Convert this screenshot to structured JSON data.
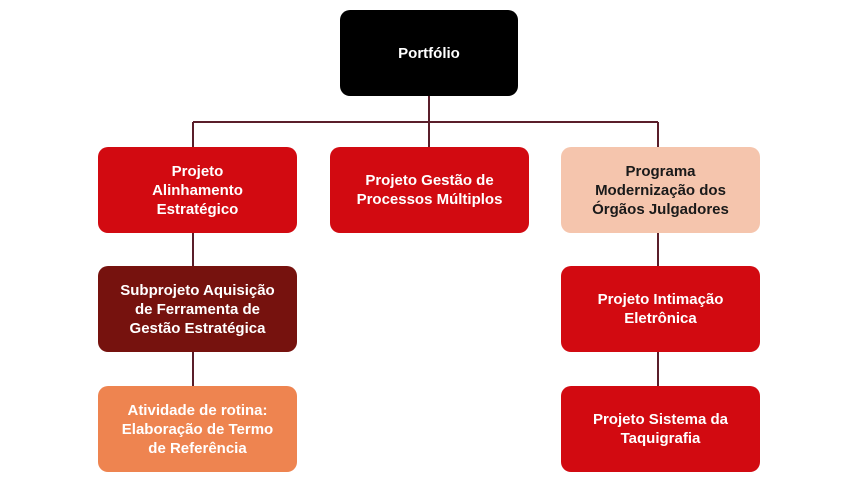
{
  "colors": {
    "connector": "#5a1e2a",
    "root_fill": "#000000",
    "project_fill": "#d20a11",
    "subproject_fill": "#76120e",
    "activity_fill": "#ee8450",
    "program_fill": "#f5c5ad",
    "text_light": "#ffffff",
    "text_dark": "#1a1a1a"
  },
  "nodes": {
    "root": {
      "label": "Portfólio"
    },
    "project_alinhamento": {
      "label": "Projeto\nAlinhamento\nEstratégico"
    },
    "project_gestao_processos": {
      "label": "Projeto Gestão de\nProcessos Múltiplos"
    },
    "program_modernizacao": {
      "label": "Programa\nModernização dos\nÓrgãos Julgadores"
    },
    "subproject_aquisicao": {
      "label": "Subprojeto Aquisição\nde Ferramenta de\nGestão Estratégica"
    },
    "activity_rotina": {
      "label": "Atividade de rotina:\nElaboração de Termo\nde Referência"
    },
    "project_intimacao": {
      "label": "Projeto Intimação\nEletrônica"
    },
    "project_taquigrafia": {
      "label": "Projeto Sistema da\nTaquigrafia"
    }
  },
  "edges": [
    [
      "root",
      "project_alinhamento"
    ],
    [
      "root",
      "project_gestao_processos"
    ],
    [
      "root",
      "program_modernizacao"
    ],
    [
      "project_alinhamento",
      "subproject_aquisicao"
    ],
    [
      "subproject_aquisicao",
      "activity_rotina"
    ],
    [
      "program_modernizacao",
      "project_intimacao"
    ],
    [
      "project_intimacao",
      "project_taquigrafia"
    ]
  ]
}
